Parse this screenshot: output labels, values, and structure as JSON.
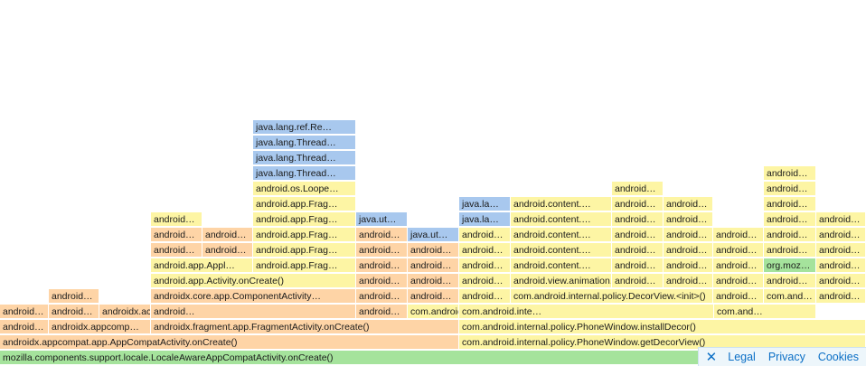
{
  "palette": {
    "yellow": "#fdf5a4",
    "orange": "#fed4a6",
    "blue": "#a8c8ee",
    "green": "#a5e39c",
    "link": "#0b6fc6",
    "footer_bg": "#edf6fb"
  },
  "flame_rows": [
    [
      {
        "label": "mozilla.components.support.locale.LocaleAwareAppCompatActivity.onCreate()",
        "color": "green"
      }
    ],
    [
      {
        "label": "androidx.appcompat.app.AppCompatActivity.onCreate()",
        "color": "orange"
      },
      {
        "label": "com.android.internal.policy.PhoneWindow.getDecorView()",
        "color": "yellow"
      }
    ],
    [
      {
        "label": "android…",
        "color": "orange"
      },
      {
        "label": "androidx.appcomp…",
        "color": "orange"
      },
      {
        "label": "androidx.fragment.app.FragmentActivity.onCreate()",
        "color": "orange"
      },
      {
        "label": "com.android.internal.policy.PhoneWindow.installDecor()",
        "color": "yellow"
      }
    ],
    [
      {
        "label": "android…",
        "color": "orange"
      },
      {
        "label": "android…",
        "color": "orange"
      },
      {
        "label": "androidx.activity.ComponentActivity…",
        "color": "orange"
      },
      {
        "label": "android…",
        "color": "orange"
      },
      {
        "label": "android…",
        "color": "orange"
      },
      {
        "label": "com.android.internal.policy.PhoneWindow.gene…",
        "color": "yellow"
      },
      {
        "label": "com.android.inte…",
        "color": "yellow"
      },
      {
        "label": "com.and…",
        "color": "yellow"
      }
    ],
    [
      {
        "label": "android…",
        "color": "orange"
      },
      {
        "label": "androidx.core.app.ComponentActivity…",
        "color": "orange"
      },
      {
        "label": "android…",
        "color": "orange"
      },
      {
        "label": "android…",
        "color": "orange"
      },
      {
        "label": "android…",
        "color": "yellow"
      },
      {
        "label": "com.android.internal.policy.DecorView.<init>()",
        "color": "yellow"
      },
      {
        "label": "android…",
        "color": "yellow"
      },
      {
        "label": "com.and…",
        "color": "yellow"
      },
      {
        "label": "android…",
        "color": "yellow"
      }
    ],
    [
      {
        "label": "android.app.Activity.onCreate()",
        "color": "yellow"
      },
      {
        "label": "android…",
        "color": "orange"
      },
      {
        "label": "android…",
        "color": "orange"
      },
      {
        "label": "android…",
        "color": "yellow"
      },
      {
        "label": "android.view.animation.An…",
        "color": "yellow"
      },
      {
        "label": "android…",
        "color": "yellow"
      },
      {
        "label": "android…",
        "color": "yellow"
      },
      {
        "label": "android…",
        "color": "yellow"
      },
      {
        "label": "android…",
        "color": "yellow"
      },
      {
        "label": "android…",
        "color": "yellow"
      }
    ],
    [
      {
        "label": "android.app.Appl…",
        "color": "yellow"
      },
      {
        "label": "android.app.Frag…",
        "color": "yellow"
      },
      {
        "label": "android…",
        "color": "orange"
      },
      {
        "label": "android…",
        "color": "orange"
      },
      {
        "label": "android…",
        "color": "yellow"
      },
      {
        "label": "android.content.…",
        "color": "yellow"
      },
      {
        "label": "android…",
        "color": "yellow"
      },
      {
        "label": "android…",
        "color": "yellow"
      },
      {
        "label": "android…",
        "color": "yellow"
      },
      {
        "label": "org.moz…",
        "color": "green"
      },
      {
        "label": "android…",
        "color": "yellow"
      }
    ],
    [
      {
        "label": "android…",
        "color": "orange"
      },
      {
        "label": "android…",
        "color": "orange"
      },
      {
        "label": "android.app.Frag…",
        "color": "yellow"
      },
      {
        "label": "android…",
        "color": "orange"
      },
      {
        "label": "android…",
        "color": "orange"
      },
      {
        "label": "android…",
        "color": "yellow"
      },
      {
        "label": "android.content.…",
        "color": "yellow"
      },
      {
        "label": "android…",
        "color": "yellow"
      },
      {
        "label": "android…",
        "color": "yellow"
      },
      {
        "label": "android…",
        "color": "yellow"
      },
      {
        "label": "android…",
        "color": "yellow"
      },
      {
        "label": "android…",
        "color": "yellow"
      }
    ],
    [
      {
        "label": "android…",
        "color": "orange"
      },
      {
        "label": "android…",
        "color": "orange"
      },
      {
        "label": "android.app.Frag…",
        "color": "yellow"
      },
      {
        "label": "android…",
        "color": "orange"
      },
      {
        "label": "java.ut…",
        "color": "blue"
      },
      {
        "label": "android…",
        "color": "yellow"
      },
      {
        "label": "android.content.…",
        "color": "yellow"
      },
      {
        "label": "android…",
        "color": "yellow"
      },
      {
        "label": "android…",
        "color": "yellow"
      },
      {
        "label": "android…",
        "color": "yellow"
      },
      {
        "label": "android…",
        "color": "yellow"
      },
      {
        "label": "android…",
        "color": "yellow"
      }
    ],
    [
      {
        "label": "android…",
        "color": "yellow"
      },
      {
        "label": "android.app.Frag…",
        "color": "yellow"
      },
      {
        "label": "java.ut…",
        "color": "blue"
      },
      {
        "label": "java.la…",
        "color": "blue"
      },
      {
        "label": "android.content.…",
        "color": "yellow"
      },
      {
        "label": "android…",
        "color": "yellow"
      },
      {
        "label": "android…",
        "color": "yellow"
      },
      {
        "label": "android…",
        "color": "yellow"
      },
      {
        "label": "android…",
        "color": "yellow"
      }
    ],
    [
      {
        "label": "android.app.Frag…",
        "color": "yellow"
      },
      {
        "label": "java.la…",
        "color": "blue"
      },
      {
        "label": "android.content.…",
        "color": "yellow"
      },
      {
        "label": "android…",
        "color": "yellow"
      },
      {
        "label": "android…",
        "color": "yellow"
      },
      {
        "label": "android…",
        "color": "yellow"
      }
    ],
    [
      {
        "label": "android.os.Loope…",
        "color": "yellow"
      },
      {
        "label": "android…",
        "color": "yellow"
      },
      {
        "label": "android…",
        "color": "yellow"
      }
    ],
    [
      {
        "label": "java.lang.Thread…",
        "color": "blue"
      },
      {
        "label": "android…",
        "color": "yellow"
      }
    ],
    [
      {
        "label": "java.lang.Thread…",
        "color": "blue"
      }
    ],
    [
      {
        "label": "java.lang.Thread…",
        "color": "blue"
      }
    ],
    [
      {
        "label": "java.lang.ref.Re…",
        "color": "blue"
      }
    ]
  ],
  "footer": {
    "close_icon": "close-icon",
    "close_symbol": "✕",
    "links": [
      "Legal",
      "Privacy",
      "Cookies"
    ]
  }
}
